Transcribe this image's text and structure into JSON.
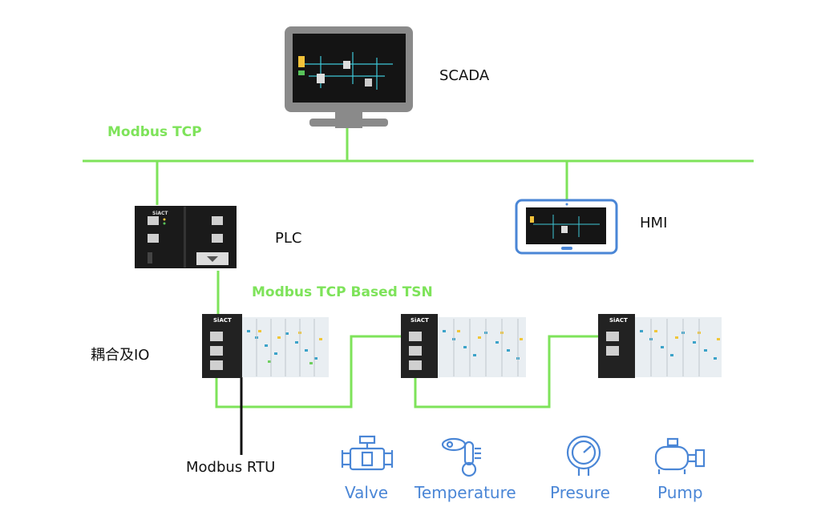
{
  "labels": {
    "scada": "SCADA",
    "plc": "PLC",
    "hmi": "HMI",
    "modbus_tcp": "Modbus TCP",
    "tsn": "Modbus TCP Based TSN",
    "coupler_io": "耦合及IO",
    "modbus_rtu": "Modbus RTU"
  },
  "devices": {
    "io_brand": "SiACT",
    "plc_brand": "SiACT"
  },
  "field_devices": [
    {
      "label": "Valve",
      "icon": "valve-icon"
    },
    {
      "label": "Temperature",
      "icon": "thermometer-icon"
    },
    {
      "label": "Presure",
      "icon": "pressure-gauge-icon"
    },
    {
      "label": "Pump",
      "icon": "pump-icon"
    }
  ],
  "colors": {
    "network": "#7ee35a",
    "field_icons": "#4a86d6",
    "rtu_line": "#111111"
  }
}
